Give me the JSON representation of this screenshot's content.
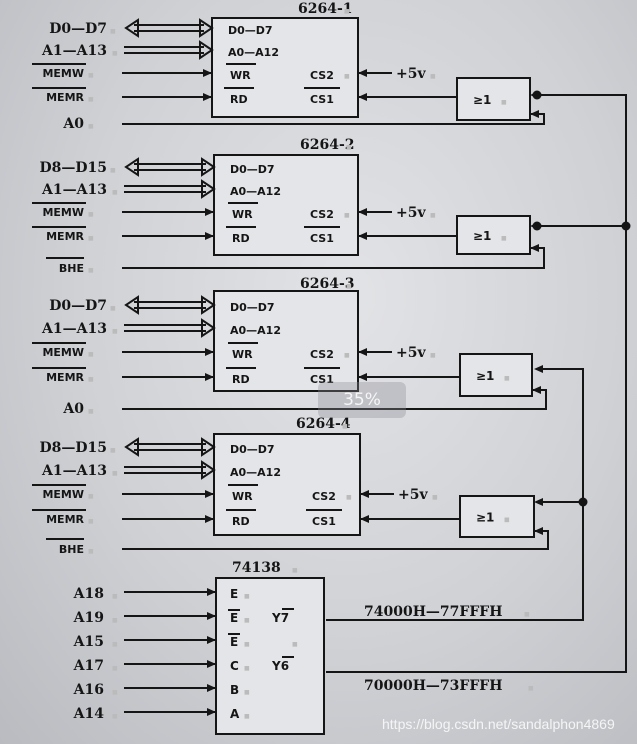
{
  "zoom_badge": "35%",
  "watermark": "https://blog.csdn.net/sandalphon4869",
  "power": "+5v",
  "gate": "≥1",
  "chips": [
    {
      "title": "6264-1",
      "d": "D0—D7",
      "a": "A0—A12",
      "wr": "WR",
      "rd": "RD",
      "cs2": "CS2",
      "cs1": "CS1",
      "in_data": "D0—D7",
      "in_addr": "A1—A13",
      "in_w": "MEMW",
      "in_r": "MEMR",
      "sel": "A0"
    },
    {
      "title": "6264-2",
      "d": "D0—D7",
      "a": "A0—A12",
      "wr": "WR",
      "rd": "RD",
      "cs2": "CS2",
      "cs1": "CS1",
      "in_data": "D8—D15",
      "in_addr": "A1—A13",
      "in_w": "MEMW",
      "in_r": "MEMR",
      "sel": "BHE"
    },
    {
      "title": "6264-3",
      "d": "D0—D7",
      "a": "A0—A12",
      "wr": "WR",
      "rd": "RD",
      "cs2": "CS2",
      "cs1": "CS1",
      "in_data": "D0—D7",
      "in_addr": "A1—A13",
      "in_w": "MEMW",
      "in_r": "MEMR",
      "sel": "A0"
    },
    {
      "title": "6264-4",
      "d": "D0—D7",
      "a": "A0—A12",
      "wr": "WR",
      "rd": "RD",
      "cs2": "CS2",
      "cs1": "CS1",
      "in_data": "D8—D15",
      "in_addr": "A1—A13",
      "in_w": "MEMW",
      "in_r": "MEMR",
      "sel": "BHE"
    }
  ],
  "decoder": {
    "title": "74138",
    "inputs": [
      "A18",
      "A19",
      "A15",
      "A17",
      "A16",
      "A14"
    ],
    "pins": [
      "E",
      "E",
      "E",
      "C",
      "B",
      "A"
    ],
    "y7": "Y7",
    "y6": "Y6",
    "range_y7": "74000H—77FFFH",
    "range_y6": "70000H—73FFFH"
  }
}
